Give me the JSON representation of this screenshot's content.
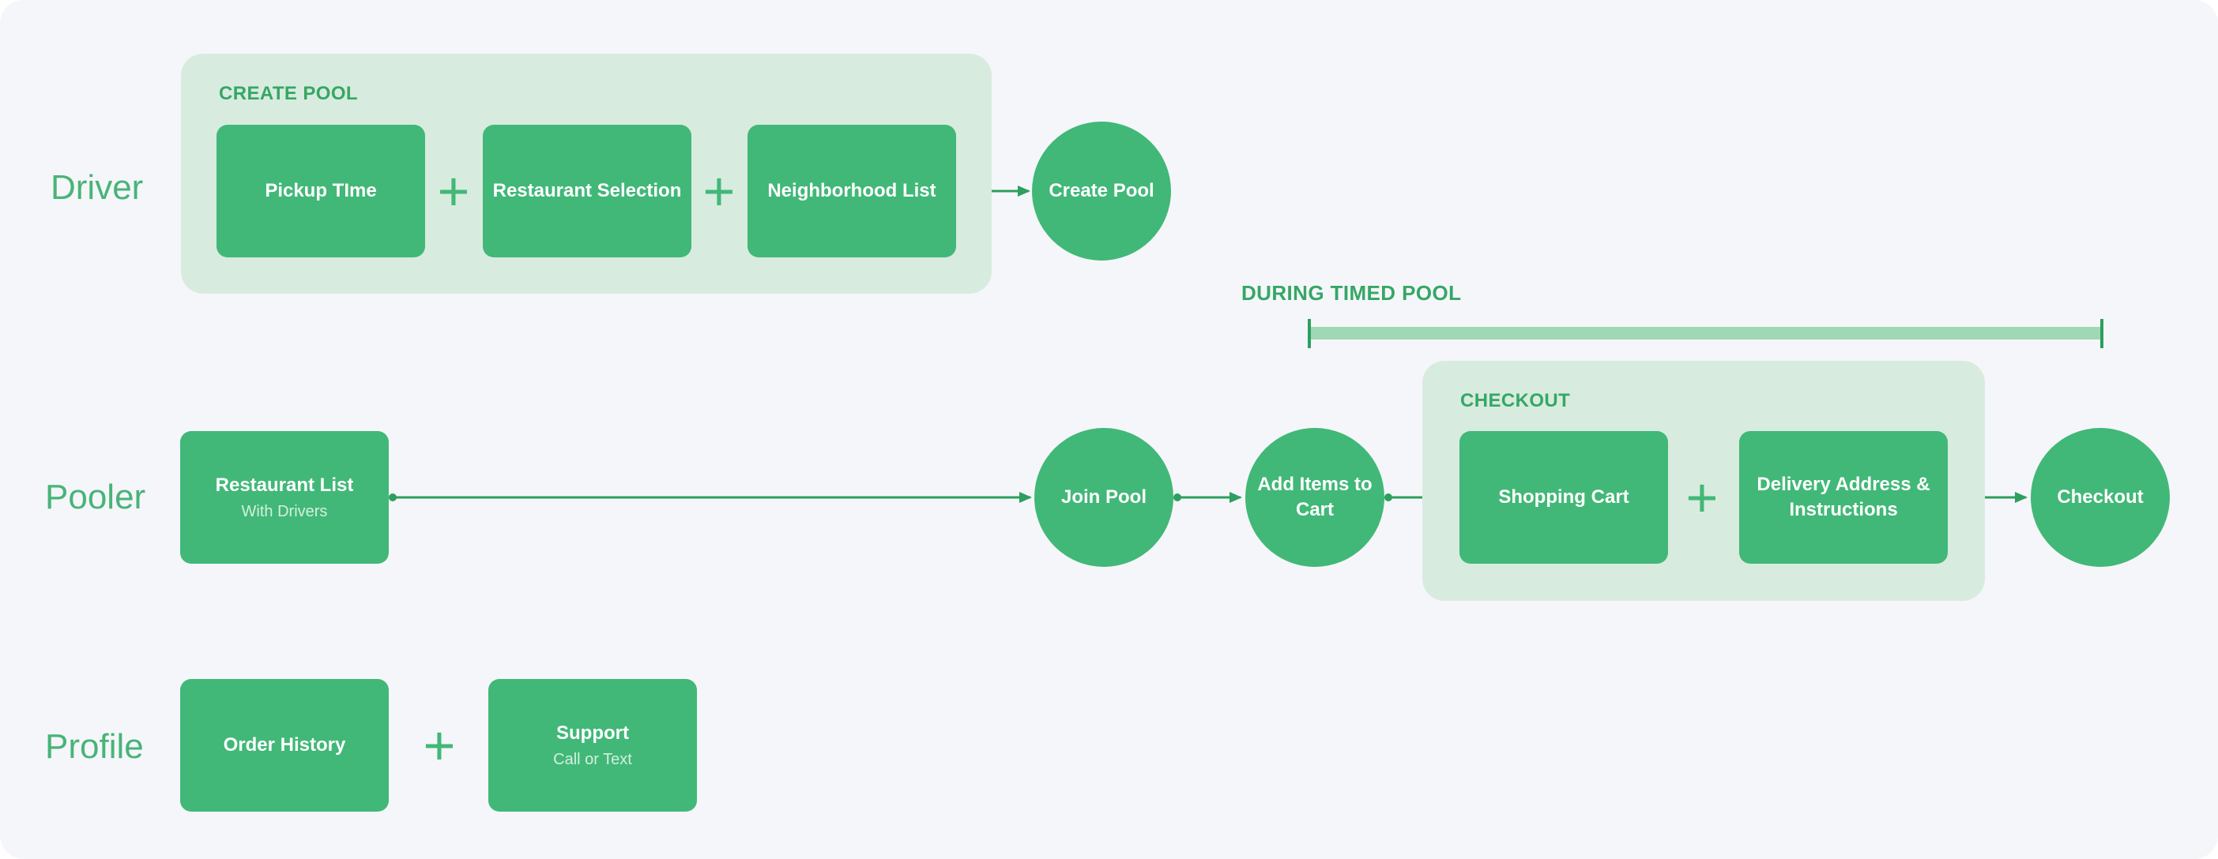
{
  "diagram": {
    "rows": {
      "driver": {
        "label": "Driver",
        "create_pool_group": {
          "label": "CREATE POOL",
          "steps": [
            "Pickup TIme",
            "Restaurant Selection",
            "Neighborhood List"
          ]
        },
        "create_pool_node": "Create Pool"
      },
      "timed_pool": {
        "label": "DURING TIMED POOL"
      },
      "pooler": {
        "label": "Pooler",
        "restaurant_list": {
          "title": "Restaurant List",
          "subtitle": "With Drivers"
        },
        "join_pool_node": "Join Pool",
        "add_items_node": "Add Items to Cart",
        "checkout_group": {
          "label": "CHECKOUT",
          "shopping_cart": "Shopping Cart",
          "delivery_address": "Delivery Address & Instructions"
        },
        "checkout_node": "Checkout"
      },
      "profile": {
        "label": "Profile",
        "order_history": "Order History",
        "support": {
          "title": "Support",
          "subtitle": "Call or Text"
        }
      }
    },
    "icons": {
      "plus": "+"
    },
    "colors": {
      "node_green": "#41b877",
      "group_bg_green": "#d8ebdf",
      "label_green": "#35a765",
      "row_label_green": "#48b478",
      "connector_green": "#2d9f5e",
      "timeline_bar_green": "#9fd8b5",
      "canvas_bg": "#f5f6fa"
    }
  }
}
